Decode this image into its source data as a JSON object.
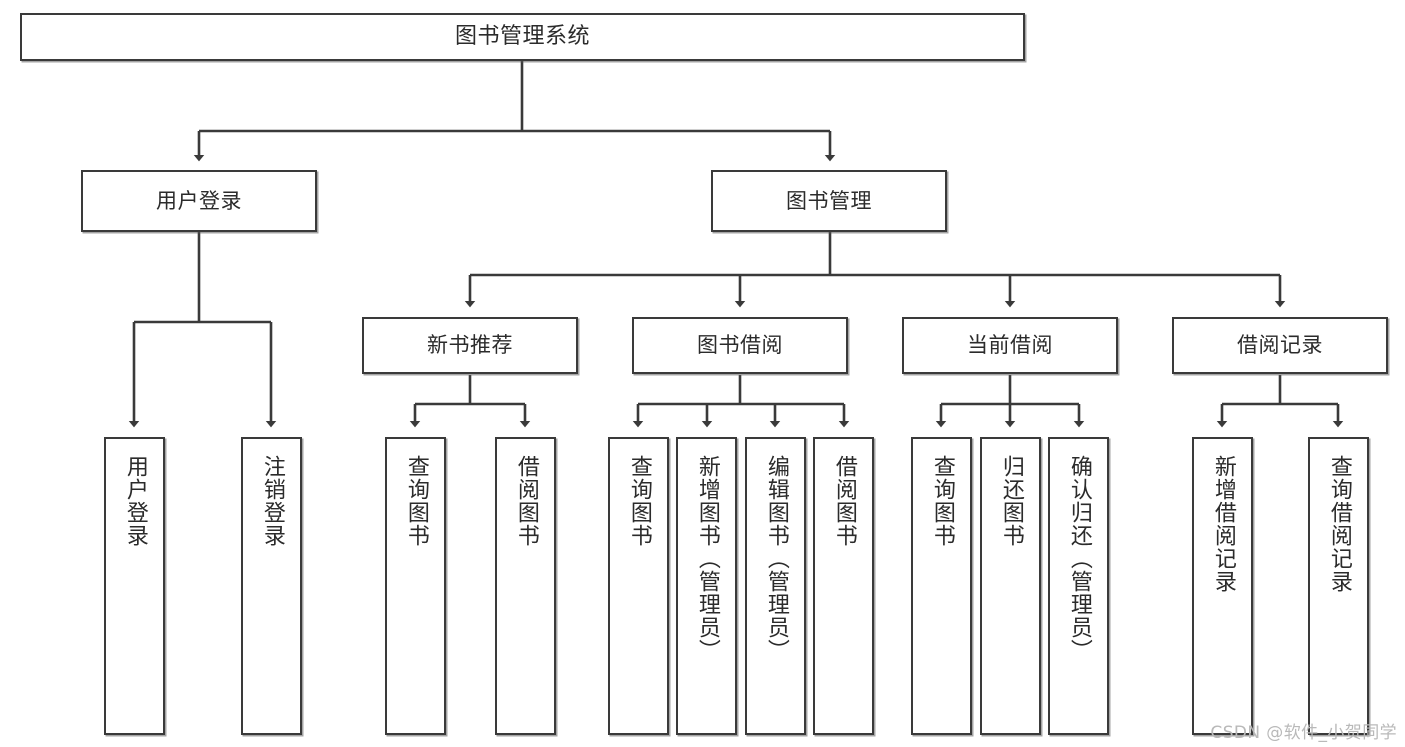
{
  "diagram": {
    "title": "图书管理系统",
    "type": "tree-hierarchy-chart",
    "watermark": "CSDN @软件_小贺同学",
    "colors": {
      "stroke": "#3a3a3a",
      "fill": "#ffffff",
      "text": "#2b2b2b",
      "watermark": "#b9b9b9"
    }
  },
  "nodes": {
    "root": {
      "label": "图书管理系统"
    },
    "level2": [
      {
        "id": "user-login",
        "label": "用户登录"
      },
      {
        "id": "book-manage",
        "label": "图书管理"
      }
    ],
    "level3": [
      {
        "id": "new-book-recommend",
        "label": "新书推荐"
      },
      {
        "id": "book-borrow",
        "label": "图书借阅"
      },
      {
        "id": "current-borrow",
        "label": "当前借阅"
      },
      {
        "id": "borrow-record",
        "label": "借阅记录"
      }
    ],
    "leaves": {
      "user-login": [
        {
          "id": "leaf-user-login",
          "label": "用户登录"
        },
        {
          "id": "leaf-logout",
          "label": "注销登录"
        }
      ],
      "new-book-recommend": [
        {
          "id": "leaf-query-book-1",
          "label": "查询图书"
        },
        {
          "id": "leaf-borrow-book-1",
          "label": "借阅图书"
        }
      ],
      "book-borrow": [
        {
          "id": "leaf-query-book-2",
          "label": "查询图书"
        },
        {
          "id": "leaf-add-book",
          "label": "新增图书（管理员）"
        },
        {
          "id": "leaf-edit-book",
          "label": "编辑图书（管理员）"
        },
        {
          "id": "leaf-borrow-book-2",
          "label": "借阅图书"
        }
      ],
      "current-borrow": [
        {
          "id": "leaf-query-book-3",
          "label": "查询图书"
        },
        {
          "id": "leaf-return-book",
          "label": "归还图书"
        },
        {
          "id": "leaf-confirm-return",
          "label": "确认归还（管理员）"
        }
      ],
      "borrow-record": [
        {
          "id": "leaf-add-record",
          "label": "新增借阅记录"
        },
        {
          "id": "leaf-query-record",
          "label": "查询借阅记录"
        }
      ]
    }
  }
}
